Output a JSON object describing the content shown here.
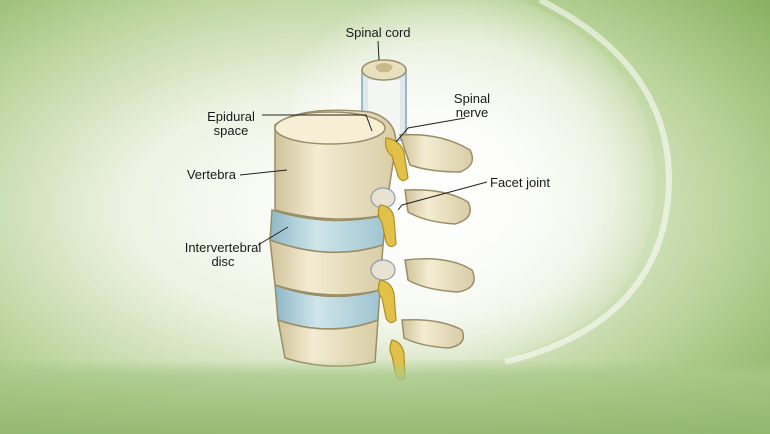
{
  "labels": {
    "spinal_cord": "Spinal cord",
    "spinal_nerve_line1": "Spinal",
    "spinal_nerve_line2": "nerve",
    "epidural_line1": "Epidural",
    "epidural_line2": "space",
    "vertebra": "Vertebra",
    "facet_joint": "Facet joint",
    "disc_line1": "Intervertebral",
    "disc_line2": "disc"
  },
  "colors": {
    "background_green": "#8fb86a",
    "bone": "#efe6c8",
    "disc": "#b9d6de",
    "nerve": "#e2c14a",
    "leader_line": "#222222"
  }
}
